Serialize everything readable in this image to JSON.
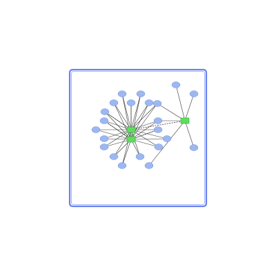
{
  "caption": "",
  "colors": {
    "frame": "#6680ee",
    "ellipse_fill": "#9db8f0",
    "rect_fill": "#5ddf5d",
    "edge": "#333333"
  },
  "nodes": [
    {
      "id": "r1",
      "kind": "rect"
    },
    {
      "id": "r2",
      "kind": "rect"
    },
    {
      "id": "r3",
      "kind": "rect"
    },
    {
      "id": "e1",
      "kind": "ellipse"
    },
    {
      "id": "e2",
      "kind": "ellipse"
    },
    {
      "id": "e3",
      "kind": "ellipse"
    },
    {
      "id": "e4",
      "kind": "ellipse"
    },
    {
      "id": "e5",
      "kind": "ellipse"
    },
    {
      "id": "e6",
      "kind": "ellipse"
    },
    {
      "id": "e7",
      "kind": "ellipse"
    },
    {
      "id": "e8",
      "kind": "ellipse"
    },
    {
      "id": "e9",
      "kind": "ellipse"
    },
    {
      "id": "e10",
      "kind": "ellipse"
    },
    {
      "id": "e11",
      "kind": "ellipse"
    },
    {
      "id": "e12",
      "kind": "ellipse"
    },
    {
      "id": "e13",
      "kind": "ellipse"
    },
    {
      "id": "e14",
      "kind": "ellipse"
    },
    {
      "id": "e15",
      "kind": "ellipse"
    },
    {
      "id": "e16",
      "kind": "ellipse"
    },
    {
      "id": "e17",
      "kind": "ellipse"
    },
    {
      "id": "e18",
      "kind": "ellipse"
    },
    {
      "id": "e19",
      "kind": "ellipse"
    },
    {
      "id": "e20",
      "kind": "ellipse"
    },
    {
      "id": "e21",
      "kind": "ellipse"
    },
    {
      "id": "e22",
      "kind": "ellipse"
    }
  ],
  "edges": [
    [
      "r1",
      "e1"
    ],
    [
      "r1",
      "e2"
    ],
    [
      "r1",
      "e3"
    ],
    [
      "r1",
      "e4"
    ],
    [
      "r1",
      "e5"
    ],
    [
      "r1",
      "e6"
    ],
    [
      "r1",
      "e7"
    ],
    [
      "r1",
      "e8"
    ],
    [
      "r1",
      "e9"
    ],
    [
      "r1",
      "e10"
    ],
    [
      "r1",
      "e11"
    ],
    [
      "r1",
      "e12"
    ],
    [
      "r1",
      "e13"
    ],
    [
      "r1",
      "e14"
    ],
    [
      "r1",
      "e15"
    ],
    [
      "r1",
      "e16"
    ],
    [
      "r1",
      "e17"
    ],
    [
      "r1",
      "e18"
    ],
    [
      "r2",
      "e1"
    ],
    [
      "r2",
      "e2"
    ],
    [
      "r2",
      "e3"
    ],
    [
      "r2",
      "e4"
    ],
    [
      "r2",
      "e5"
    ],
    [
      "r2",
      "e6"
    ],
    [
      "r2",
      "e7"
    ],
    [
      "r2",
      "e8"
    ],
    [
      "r2",
      "e9"
    ],
    [
      "r2",
      "e10"
    ],
    [
      "r2",
      "e11"
    ],
    [
      "r2",
      "e12"
    ],
    [
      "r2",
      "e13"
    ],
    [
      "r2",
      "e14"
    ],
    [
      "r2",
      "e15"
    ],
    [
      "r2",
      "e16"
    ],
    [
      "r2",
      "e17"
    ],
    [
      "r2",
      "e18"
    ],
    [
      "r3",
      "e19"
    ],
    [
      "r3",
      "e20"
    ],
    [
      "r3",
      "e21"
    ],
    [
      "r3",
      "e22"
    ],
    [
      "r3",
      "e11"
    ],
    [
      "r3",
      "e10"
    ]
  ],
  "dashed_edges": [
    [
      "r1",
      "r3"
    ],
    [
      "e6",
      "r1"
    ],
    [
      "e7",
      "r2"
    ],
    [
      "r2",
      "e12"
    ]
  ]
}
